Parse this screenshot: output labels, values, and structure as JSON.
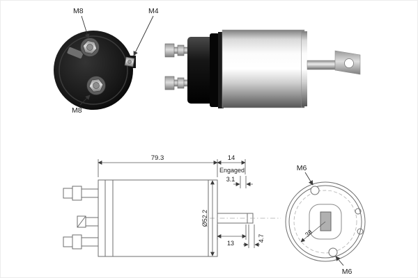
{
  "meta": {
    "background": "#ffffff",
    "line_color": "#6e6e6e",
    "text_color": "#1a1a1a"
  },
  "terminal_view": {
    "m8_top": "M8",
    "m4": "M4",
    "m8_bottom": "M8"
  },
  "side_view": {
    "body_length": "79.3",
    "travel": "14",
    "engaged": "Engaged",
    "gap": "3.1",
    "body_diameter": "Ø52.2",
    "rod_length": "13",
    "rod_tip": "4.7"
  },
  "flange_view": {
    "m6_top": "M6",
    "m6_bottom": "M6",
    "bolt_circle": "38"
  }
}
